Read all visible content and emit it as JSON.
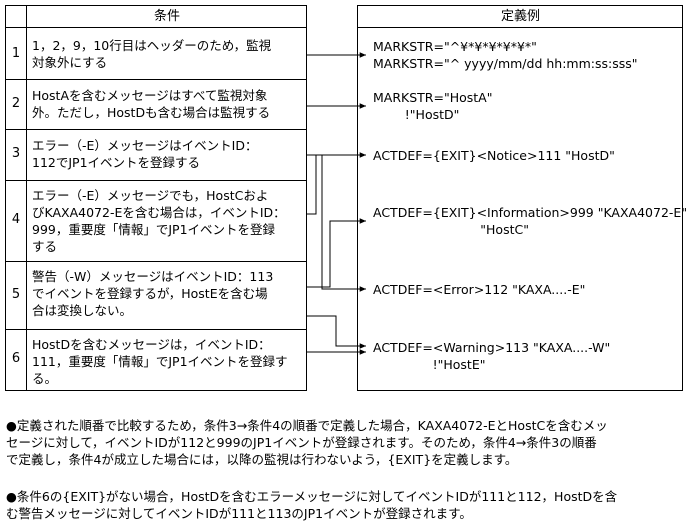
{
  "headers": {
    "condition": "条件",
    "definition": "定義例"
  },
  "conditions": [
    {
      "num": "1",
      "lines": [
        "1，2，9，10行目はヘッダーのため，監視",
        "対象外にする"
      ]
    },
    {
      "num": "2",
      "lines": [
        "HostAを含むメッセージはすべて監視対象",
        "外。ただし，HostDも含む場合は監視する"
      ]
    },
    {
      "num": "3",
      "lines": [
        "エラー（-E）メッセージはイベントID：",
        "112でJP1イベントを登録する"
      ]
    },
    {
      "num": "4",
      "lines": [
        "エラー（-E）メッセージでも，HostCおよ",
        "びKAXA4072-Eを含む場合は，イベントID：",
        "999，重要度「情報」でJP1イベントを登録",
        "する"
      ]
    },
    {
      "num": "5",
      "lines": [
        "警告（-W）メッセージはイベントID：113",
        "でイベントを登録するが，HostEを含む場",
        "合は変換しない。"
      ]
    },
    {
      "num": "6",
      "lines": [
        "HostDを含むメッセージは，イベントID：",
        "111，重要度「情報」でJP1イベントを登録す",
        "る。"
      ]
    }
  ],
  "definitions": [
    {
      "lines": [
        "MARKSTR=\"^¥*¥*¥*¥*¥*\"",
        "MARKSTR=\"^ yyyy/mm/dd hh:mm:ss:sss\""
      ]
    },
    {
      "lines": [
        "MARKSTR=\"HostA\"",
        "        !\"HostD\""
      ]
    },
    {
      "lines": [
        "ACTDEF={EXIT}<Notice>111 \"HostD\""
      ]
    },
    {
      "lines": [
        "ACTDEF={EXIT}<Information>999 \"KAXA4072-E\"",
        "                           \"HostC\""
      ]
    },
    {
      "lines": [
        "ACTDEF=<Error>112 \"KAXA....-E\""
      ]
    },
    {
      "lines": [
        "ACTDEF=<Warning>113 \"KAXA....-W\"",
        "               !\"HostE\""
      ]
    }
  ],
  "notes": [
    [
      "●定義された順番で比較するため，条件3→条件4の順番で定義した場合，KAXA4072-EとHostCを含むメッ",
      "セージに対して，イベントIDが112と999のJP1イベントが登録されます。そのため，条件4→条件3の順番",
      "で定義し，条件4が成立した場合には，以降の監視は行わないよう，{EXIT}を定義します。"
    ],
    [
      "●条件6の{EXIT}がない場合，HostDを含むエラーメッセージに対してイベントIDが111と112，HostDを含",
      "む警告メッセージに対してイベントIDが111と113のJP1イベントが登録されます。"
    ]
  ]
}
